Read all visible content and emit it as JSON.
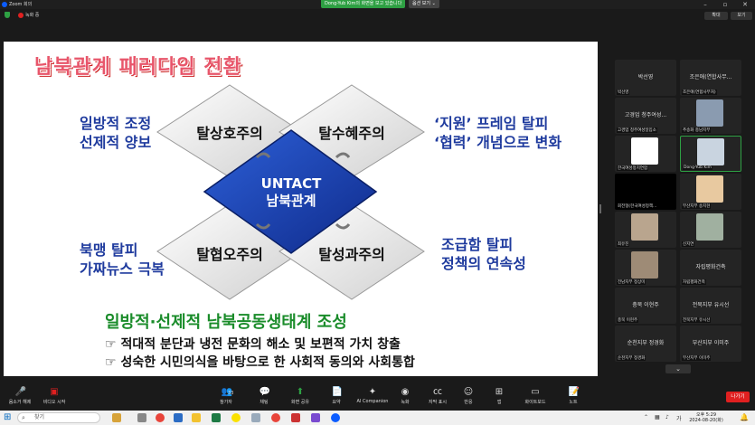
{
  "window": {
    "title": "Zoom 회의",
    "share_banner": "Dong-Yub Kim의 화면을 보고 있습니다",
    "view_options": "옵션 보기",
    "recording": "녹화 중",
    "zoom_btn": "확대",
    "view_btn": "보기"
  },
  "slide": {
    "title": "남북관계 패러다임 전환",
    "top_left": [
      "일방적 조정",
      "선제적 양보"
    ],
    "top_right": [
      "‘지원’ 프레임 탈피",
      "‘협력’ 개념으로 변화"
    ],
    "bottom_left": [
      "북맹 탈피",
      "가짜뉴스 극복"
    ],
    "bottom_right": [
      "조급함 탈피",
      "정책의 연속성"
    ],
    "diamonds": [
      "탈상호주의",
      "탈수혜주의",
      "탈협오주의",
      "탈성과주의"
    ],
    "center": [
      "UNTACT",
      "남북관계"
    ],
    "headline": "일방적·선제적 남북공동생태계 조성",
    "bullets": [
      "적대적 분단과 냉전 문화의 해소 및 보편적 가치 창출",
      "성숙한 시민의식을 바탕으로 한 사회적 동의와 사회통합"
    ]
  },
  "participants": [
    {
      "name": "박선영",
      "caption": "박선영"
    },
    {
      "name": "조은애(연합사무...",
      "caption": "조은애(연합사무처)"
    },
    {
      "name": "고경업 청주여성...",
      "caption": "고경업 청주여성일입소"
    },
    {
      "name": "",
      "caption": "추송화 충남지부"
    },
    {
      "name": "",
      "caption": "한국여성정치연합"
    },
    {
      "name": "",
      "caption": "Dong-Yub Kim"
    },
    {
      "name": "",
      "caption": "회전형(한국여성정책..."
    },
    {
      "name": "",
      "caption": "부산지부 송지현"
    },
    {
      "name": "",
      "caption": "최유진"
    },
    {
      "name": "",
      "caption": "신지연"
    },
    {
      "name": "",
      "caption": "전남지부 정상미"
    },
    {
      "name": "자립평화건축",
      "caption": "자립평화건축"
    },
    {
      "name": "충북 이현주",
      "caption": "충북 이현주"
    },
    {
      "name": "전북지부 유시선",
      "caption": "전북지부 유시선"
    },
    {
      "name": "순천지부 정경화",
      "caption": "순천지부 정경화"
    },
    {
      "name": "부산지부 이미주",
      "caption": "부산지부 이미주"
    }
  ],
  "toolbar": {
    "mute": "음소거 해제",
    "video": "비디오 시작",
    "participants": "참가자",
    "participants_count": "33",
    "chat": "채팅",
    "share": "화면 공유",
    "reactions": "요약",
    "ai": "AI Companion",
    "record": "녹화",
    "captions": "자막 표시",
    "emoji": "반응",
    "apps": "앱",
    "whiteboard": "화이트보드",
    "notes": "노트",
    "leave": "나가기"
  },
  "taskbar": {
    "search": "찾기",
    "time": "오후 5:29",
    "date": "2024-08-20(화)",
    "lang": "가"
  },
  "colors": {
    "title_red": "#e8566b",
    "text_blue": "#1f3b9e",
    "headline_green": "#1a8c2a",
    "center_diamond": "#1a3fa8",
    "leave_red": "#e02020",
    "share_green": "#2ea043"
  }
}
